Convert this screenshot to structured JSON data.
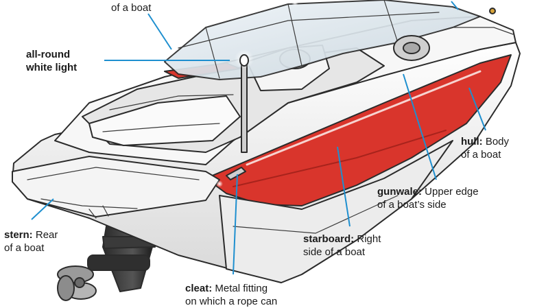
{
  "labels": {
    "top_partial": {
      "text": "of a boat"
    },
    "light": {
      "term": "all-round",
      "term2": "white light"
    },
    "hull": {
      "term": "hull:",
      "desc": " Body",
      "desc2": "of a boat"
    },
    "gunwale": {
      "term": "gunwale:",
      "desc": " Upper edge",
      "desc2": "of a boat’s side"
    },
    "stern": {
      "term": "stern:",
      "desc": " Rear",
      "desc2": "of a boat"
    },
    "starboard": {
      "term": "starboard:",
      "desc": " Right",
      "desc2": "side of a boat"
    },
    "cleat": {
      "term": "cleat:",
      "desc": " Metal fitting",
      "desc2": "on which a rope can"
    }
  },
  "colors": {
    "leader": "#1e8fcf",
    "hull_red": "#d9352c",
    "hull_white": "#f2f2f2",
    "glass": "#dfe8ee",
    "outline": "#2b2b2b"
  },
  "icons": [
    "boat-illustration",
    "propeller-icon",
    "light-icon"
  ]
}
